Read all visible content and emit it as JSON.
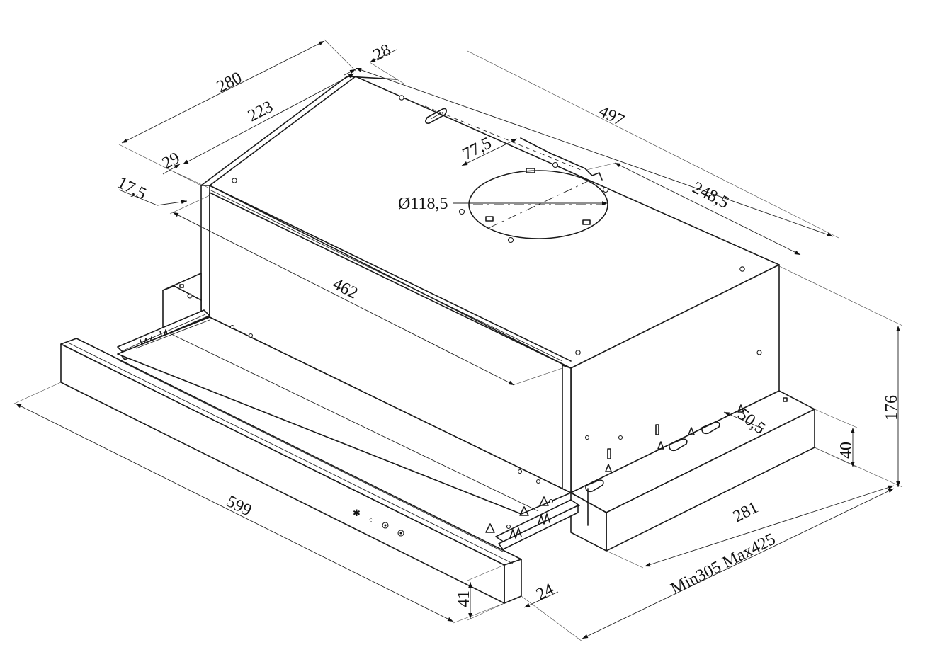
{
  "dimensions": {
    "d280": "280",
    "d28": "28",
    "d223": "223",
    "d29": "29",
    "d17_5": "17,5",
    "d497": "497",
    "d77_5": "77,5",
    "d118_5": "Ø118,5",
    "d248_5": "248,5",
    "d462": "462",
    "d176": "176",
    "d50_5": "50,5",
    "d40": "40",
    "d281": "281",
    "d599": "599",
    "d41": "41",
    "d24": "24",
    "dminmax": "Min305 Max425"
  },
  "control_icons": [
    "light-icon",
    "fan-icon",
    "speed-low-icon",
    "speed-high-icon"
  ]
}
